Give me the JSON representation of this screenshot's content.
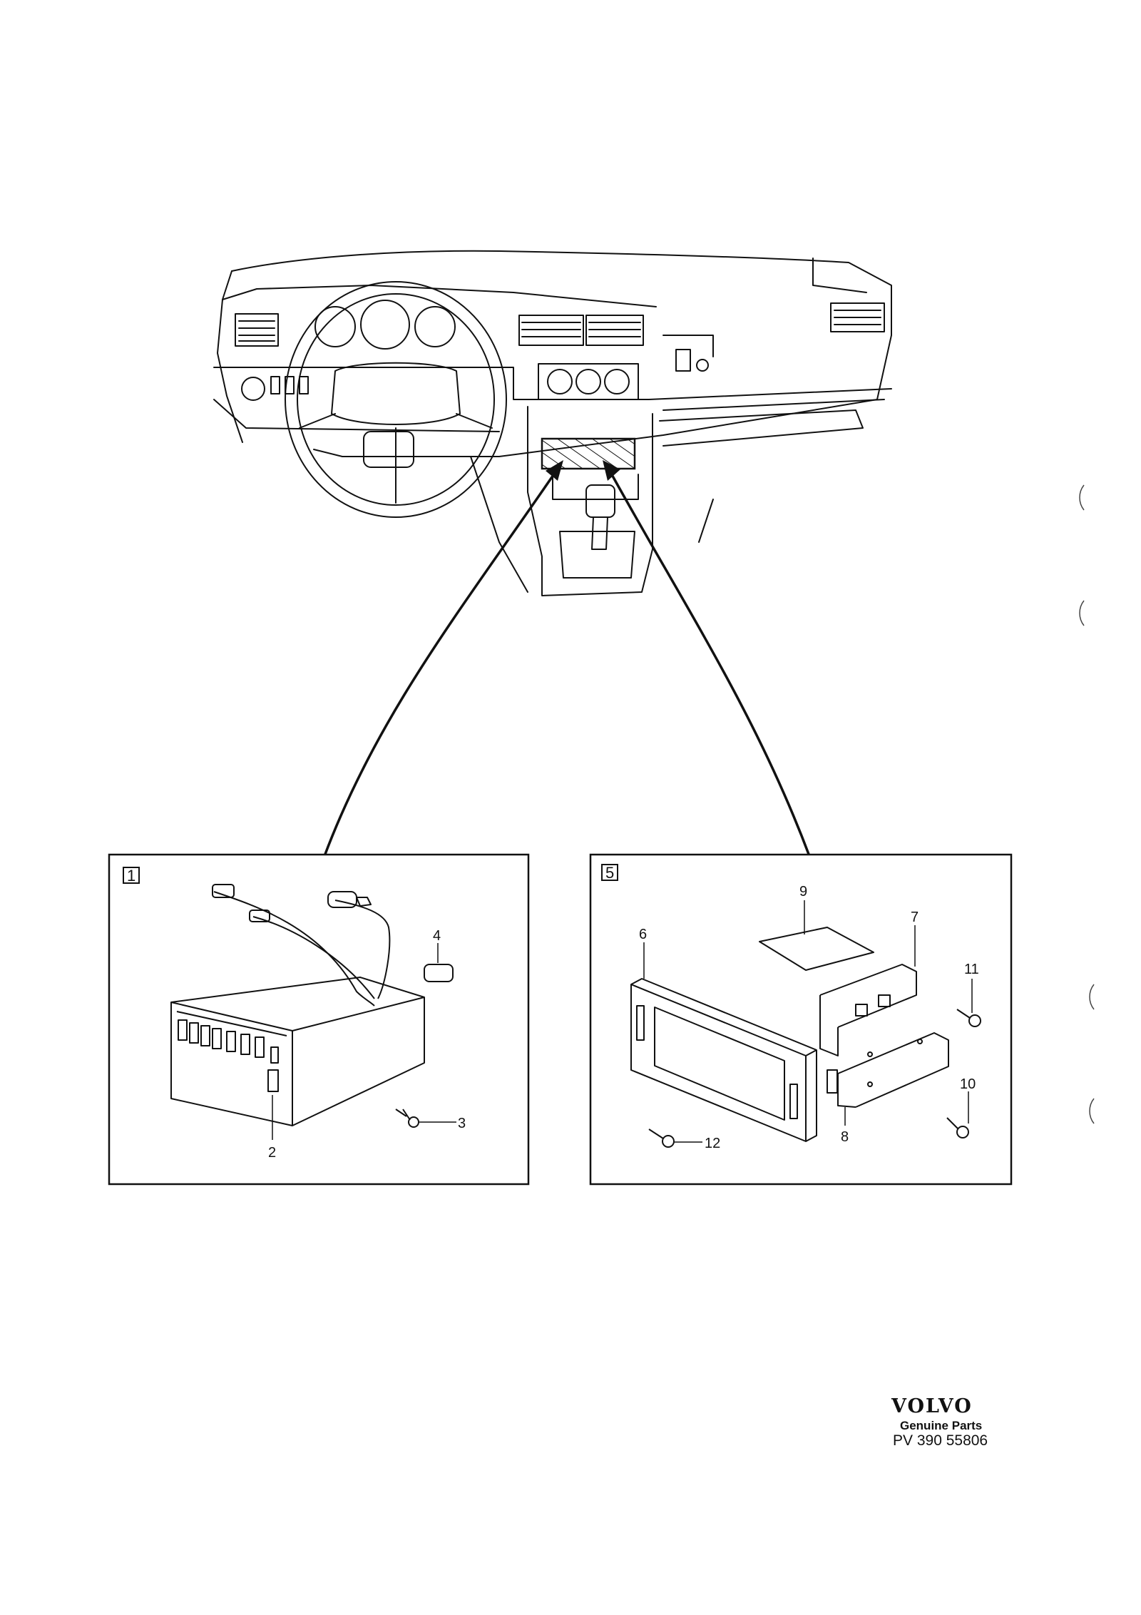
{
  "diagram": {
    "overview": {
      "highlighted_area": "radio-mounting-slot"
    },
    "panel_left": {
      "number": "1",
      "callouts": [
        "2",
        "3",
        "4"
      ]
    },
    "panel_right": {
      "number": "5",
      "callouts": [
        "6",
        "7",
        "8",
        "9",
        "10",
        "11",
        "12"
      ]
    }
  },
  "footer": {
    "brand": "VOLVO",
    "subtitle": "Genuine Parts",
    "code": "PV 390 55806"
  }
}
